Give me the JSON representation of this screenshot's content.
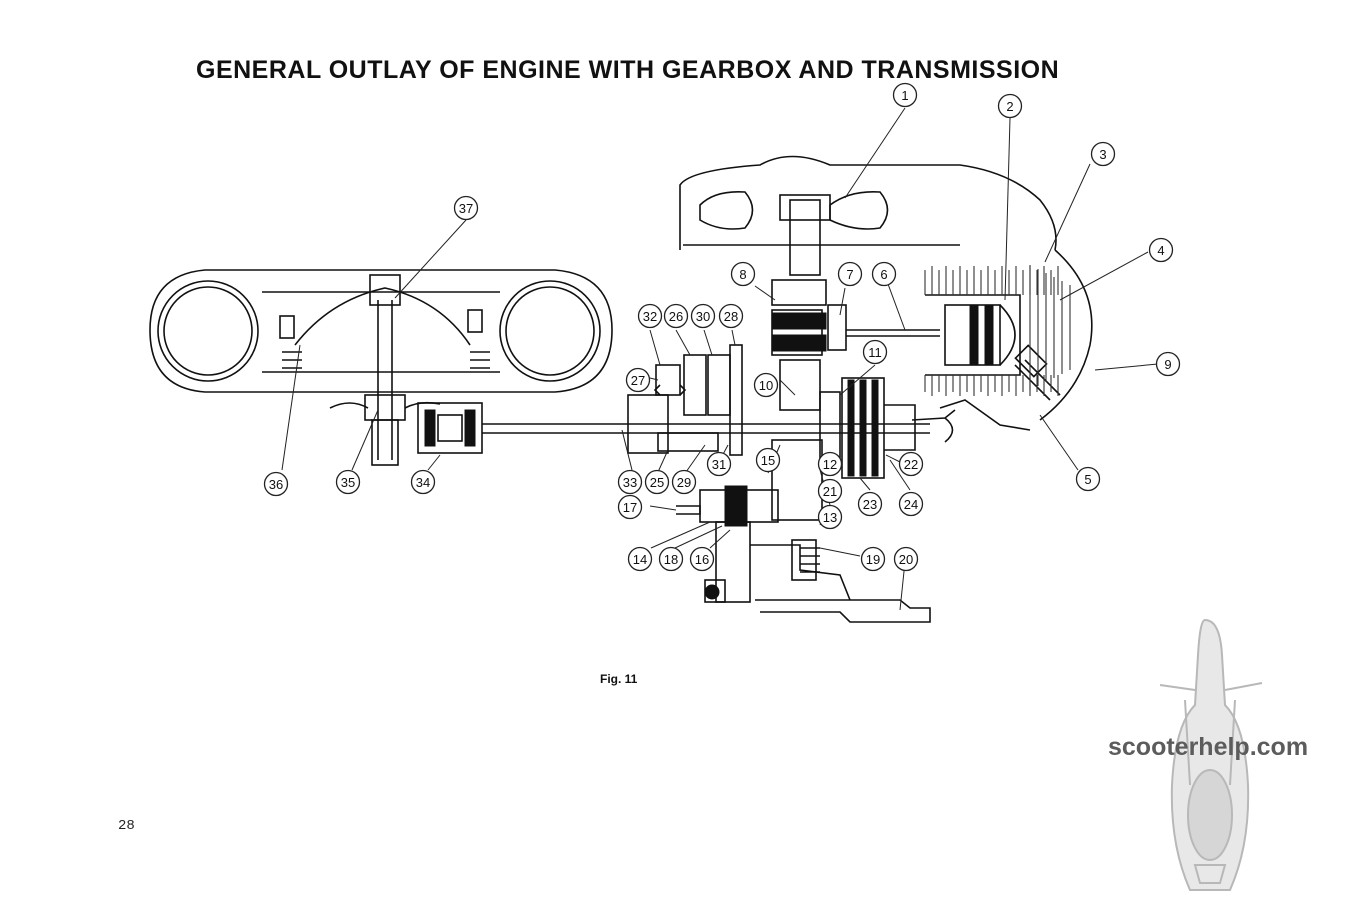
{
  "page": {
    "title": "GENERAL OUTLAY OF ENGINE WITH GEARBOX AND TRANSMISSION",
    "figure_caption": "Fig. 11",
    "page_number": "28",
    "watermark": "scooterhelp.com"
  },
  "diagram": {
    "callouts": [
      {
        "label": "1"
      },
      {
        "label": "2"
      },
      {
        "label": "3"
      },
      {
        "label": "4"
      },
      {
        "label": "5"
      },
      {
        "label": "6"
      },
      {
        "label": "7"
      },
      {
        "label": "8"
      },
      {
        "label": "9"
      },
      {
        "label": "10"
      },
      {
        "label": "11"
      },
      {
        "label": "12"
      },
      {
        "label": "13"
      },
      {
        "label": "14"
      },
      {
        "label": "15"
      },
      {
        "label": "16"
      },
      {
        "label": "17"
      },
      {
        "label": "18"
      },
      {
        "label": "19"
      },
      {
        "label": "20"
      },
      {
        "label": "21"
      },
      {
        "label": "22"
      },
      {
        "label": "23"
      },
      {
        "label": "24"
      },
      {
        "label": "25"
      },
      {
        "label": "26"
      },
      {
        "label": "27"
      },
      {
        "label": "28"
      },
      {
        "label": "29"
      },
      {
        "label": "30"
      },
      {
        "label": "31"
      },
      {
        "label": "32"
      },
      {
        "label": "33"
      },
      {
        "label": "34"
      },
      {
        "label": "35"
      },
      {
        "label": "36"
      },
      {
        "label": "37"
      }
    ]
  },
  "colors": {
    "ink": "#111111",
    "paper": "#ffffff",
    "watermark": "#5c5c5c"
  }
}
